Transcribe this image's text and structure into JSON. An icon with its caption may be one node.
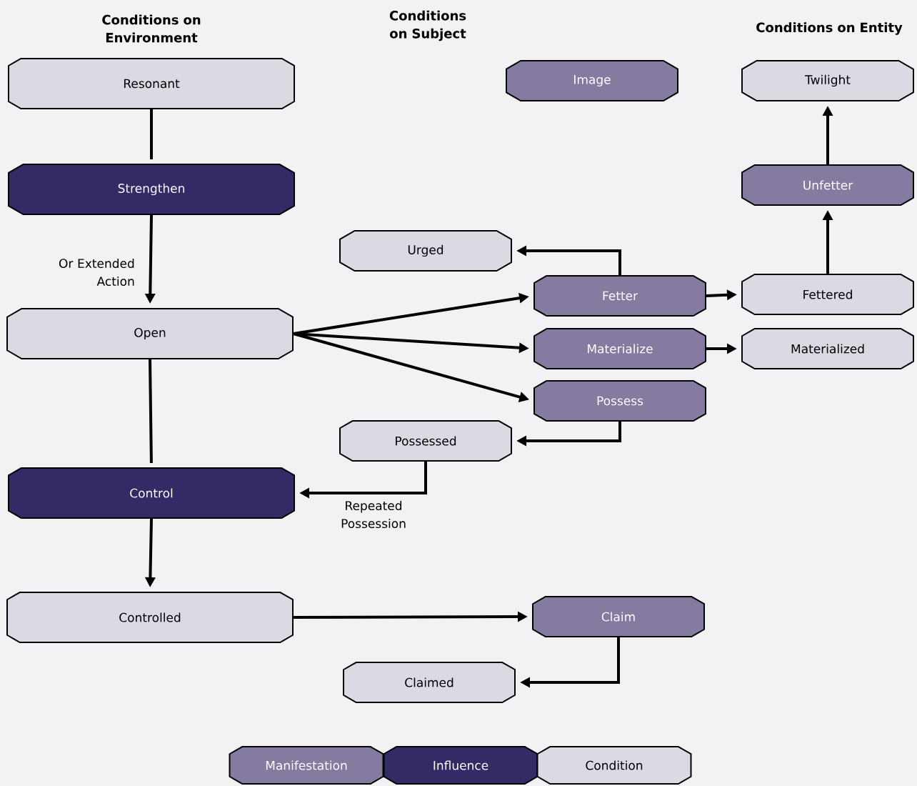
{
  "diagram": {
    "nodes": [
      {
        "text": [
          "Resonant"
        ]
      },
      {
        "text": [
          "Strengthen"
        ]
      },
      {
        "text": [
          "Open"
        ]
      },
      {
        "text": [
          "Control"
        ]
      },
      {
        "text": [
          "Controlled"
        ]
      },
      {
        "text": [
          "Image"
        ]
      },
      {
        "text": [
          "Urged"
        ]
      },
      {
        "text": [
          "Fetter"
        ]
      },
      {
        "text": [
          "Materialize"
        ]
      },
      {
        "text": [
          "Possess"
        ]
      },
      {
        "text": [
          "Possessed"
        ]
      },
      {
        "text": [
          "Claim"
        ]
      },
      {
        "text": [
          "Claimed"
        ]
      },
      {
        "text": [
          "Twilight"
        ]
      },
      {
        "text": [
          "Unfetter"
        ]
      },
      {
        "text": [
          "Fettered"
        ]
      },
      {
        "text": [
          "Materialized"
        ]
      }
    ],
    "edges": [
      {
        "from": 0,
        "to": 1,
        "arrow": "none"
      },
      {
        "from": 1,
        "to": 2,
        "arrow": "to",
        "label": "Or Extended Action"
      },
      {
        "from": 2,
        "to": 3,
        "arrow": "none"
      },
      {
        "from": 3,
        "to": 4,
        "arrow": "to"
      },
      {
        "from": 4,
        "to": 11,
        "arrow": "to"
      },
      {
        "from": 11,
        "to": 12,
        "arrow": "to"
      },
      {
        "from": 2,
        "to": 7,
        "arrow": "to"
      },
      {
        "from": 2,
        "to": 8,
        "arrow": "to"
      },
      {
        "from": 2,
        "to": 9,
        "arrow": "to"
      },
      {
        "from": 7,
        "to": 6,
        "arrow": "to"
      },
      {
        "from": 9,
        "to": 10,
        "arrow": "to"
      },
      {
        "from": 10,
        "to": 3,
        "arrow": "to",
        "label": "Repeated Possession"
      },
      {
        "from": 7,
        "to": 15,
        "arrow": "to"
      },
      {
        "from": 8,
        "to": 16,
        "arrow": "to"
      },
      {
        "from": 15,
        "to": 14,
        "arrow": "to"
      },
      {
        "from": 14,
        "to": 13,
        "arrow": "to"
      }
    ],
    "labels": [
      "Conditions on Environment",
      "Conditions on Subject",
      "Conditions on Entity"
    ],
    "legend": [
      {
        "text": "Manifestation",
        "color": "#857aa0"
      },
      {
        "text": "Influence",
        "color": "#342a66"
      },
      {
        "text": "Condition",
        "color": "#dcd9e3"
      }
    ]
  }
}
